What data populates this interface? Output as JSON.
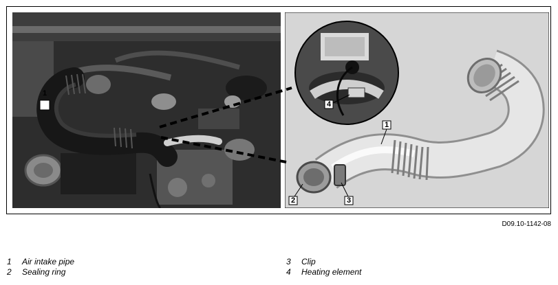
{
  "callouts": {
    "air_intake_pipe_photo": "1",
    "air_intake_pipe_detail": "1",
    "sealing_ring": "2",
    "clip": "3",
    "heating_element": "4"
  },
  "figure_id": "D09.10-1142-08",
  "legend": {
    "left": [
      {
        "num": "1",
        "label": "Air intake pipe"
      },
      {
        "num": "2",
        "label": "Sealing ring"
      }
    ],
    "right": [
      {
        "num": "3",
        "label": "Clip"
      },
      {
        "num": "4",
        "label": "Heating element"
      }
    ]
  },
  "colors": {
    "photo_dark": "#2a2a2a",
    "detail_background": "#d6d6d6",
    "pipe": "#e4e4e4",
    "pointer": "#000000"
  }
}
